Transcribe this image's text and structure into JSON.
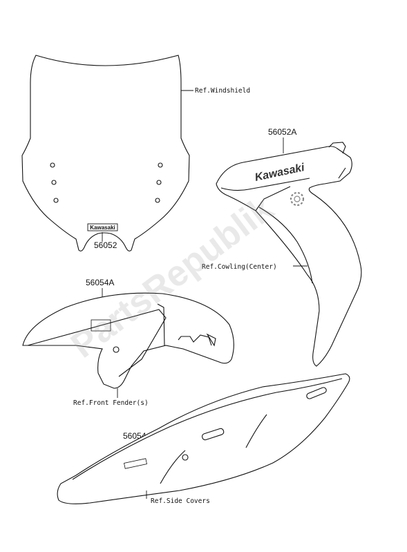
{
  "parts": {
    "windshield_decal": "56052",
    "cowling_decal": "56052A",
    "fender_decal": "56054A",
    "side_cover_decal": "56054"
  },
  "refs": {
    "windshield": "Ref.Windshield",
    "cowling": "Ref.Cowling(Center)",
    "front_fender": "Ref.Front Fender(s)",
    "side_covers": "Ref.Side Covers"
  },
  "logos": {
    "windshield_badge": "Kawasaki",
    "cowling_badge": "Kawasaki"
  },
  "watermark": "PartsRepublik"
}
